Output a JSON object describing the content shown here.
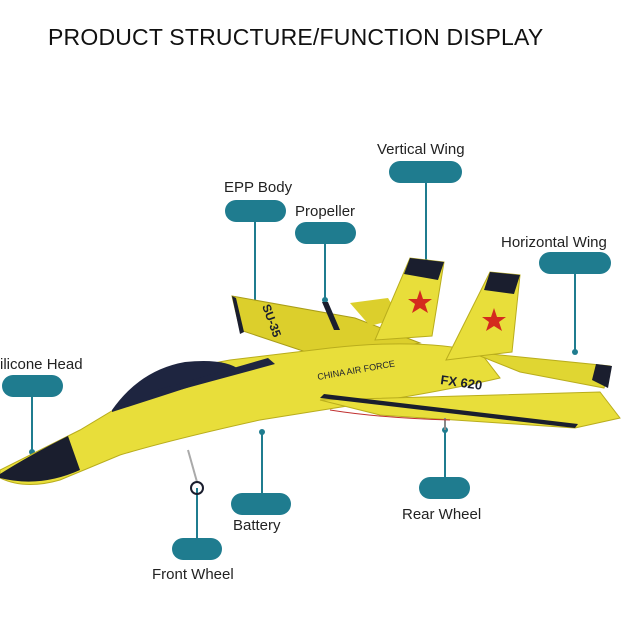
{
  "title": "PRODUCT STRUCTURE/FUNCTION DISPLAY",
  "labels": {
    "vertical_wing": "Vertical Wing",
    "epp_body": "EPP Body",
    "propeller": "Propeller",
    "horizontal_wing": "Horizontal Wing",
    "silicone_head": "ilicone Head",
    "battery": "Battery",
    "rear_wheel": "Rear Wheel",
    "front_wheel": "Front Wheel"
  },
  "plane_markings": {
    "wing_code": "SU-35",
    "fuselage_text": "CHINA AIR FORCE",
    "model": "FX 620"
  },
  "colors": {
    "accent": "#1f7c8f",
    "body": "#e8de3a",
    "nose": "#1a1e2e",
    "star": "#d42a1e"
  }
}
